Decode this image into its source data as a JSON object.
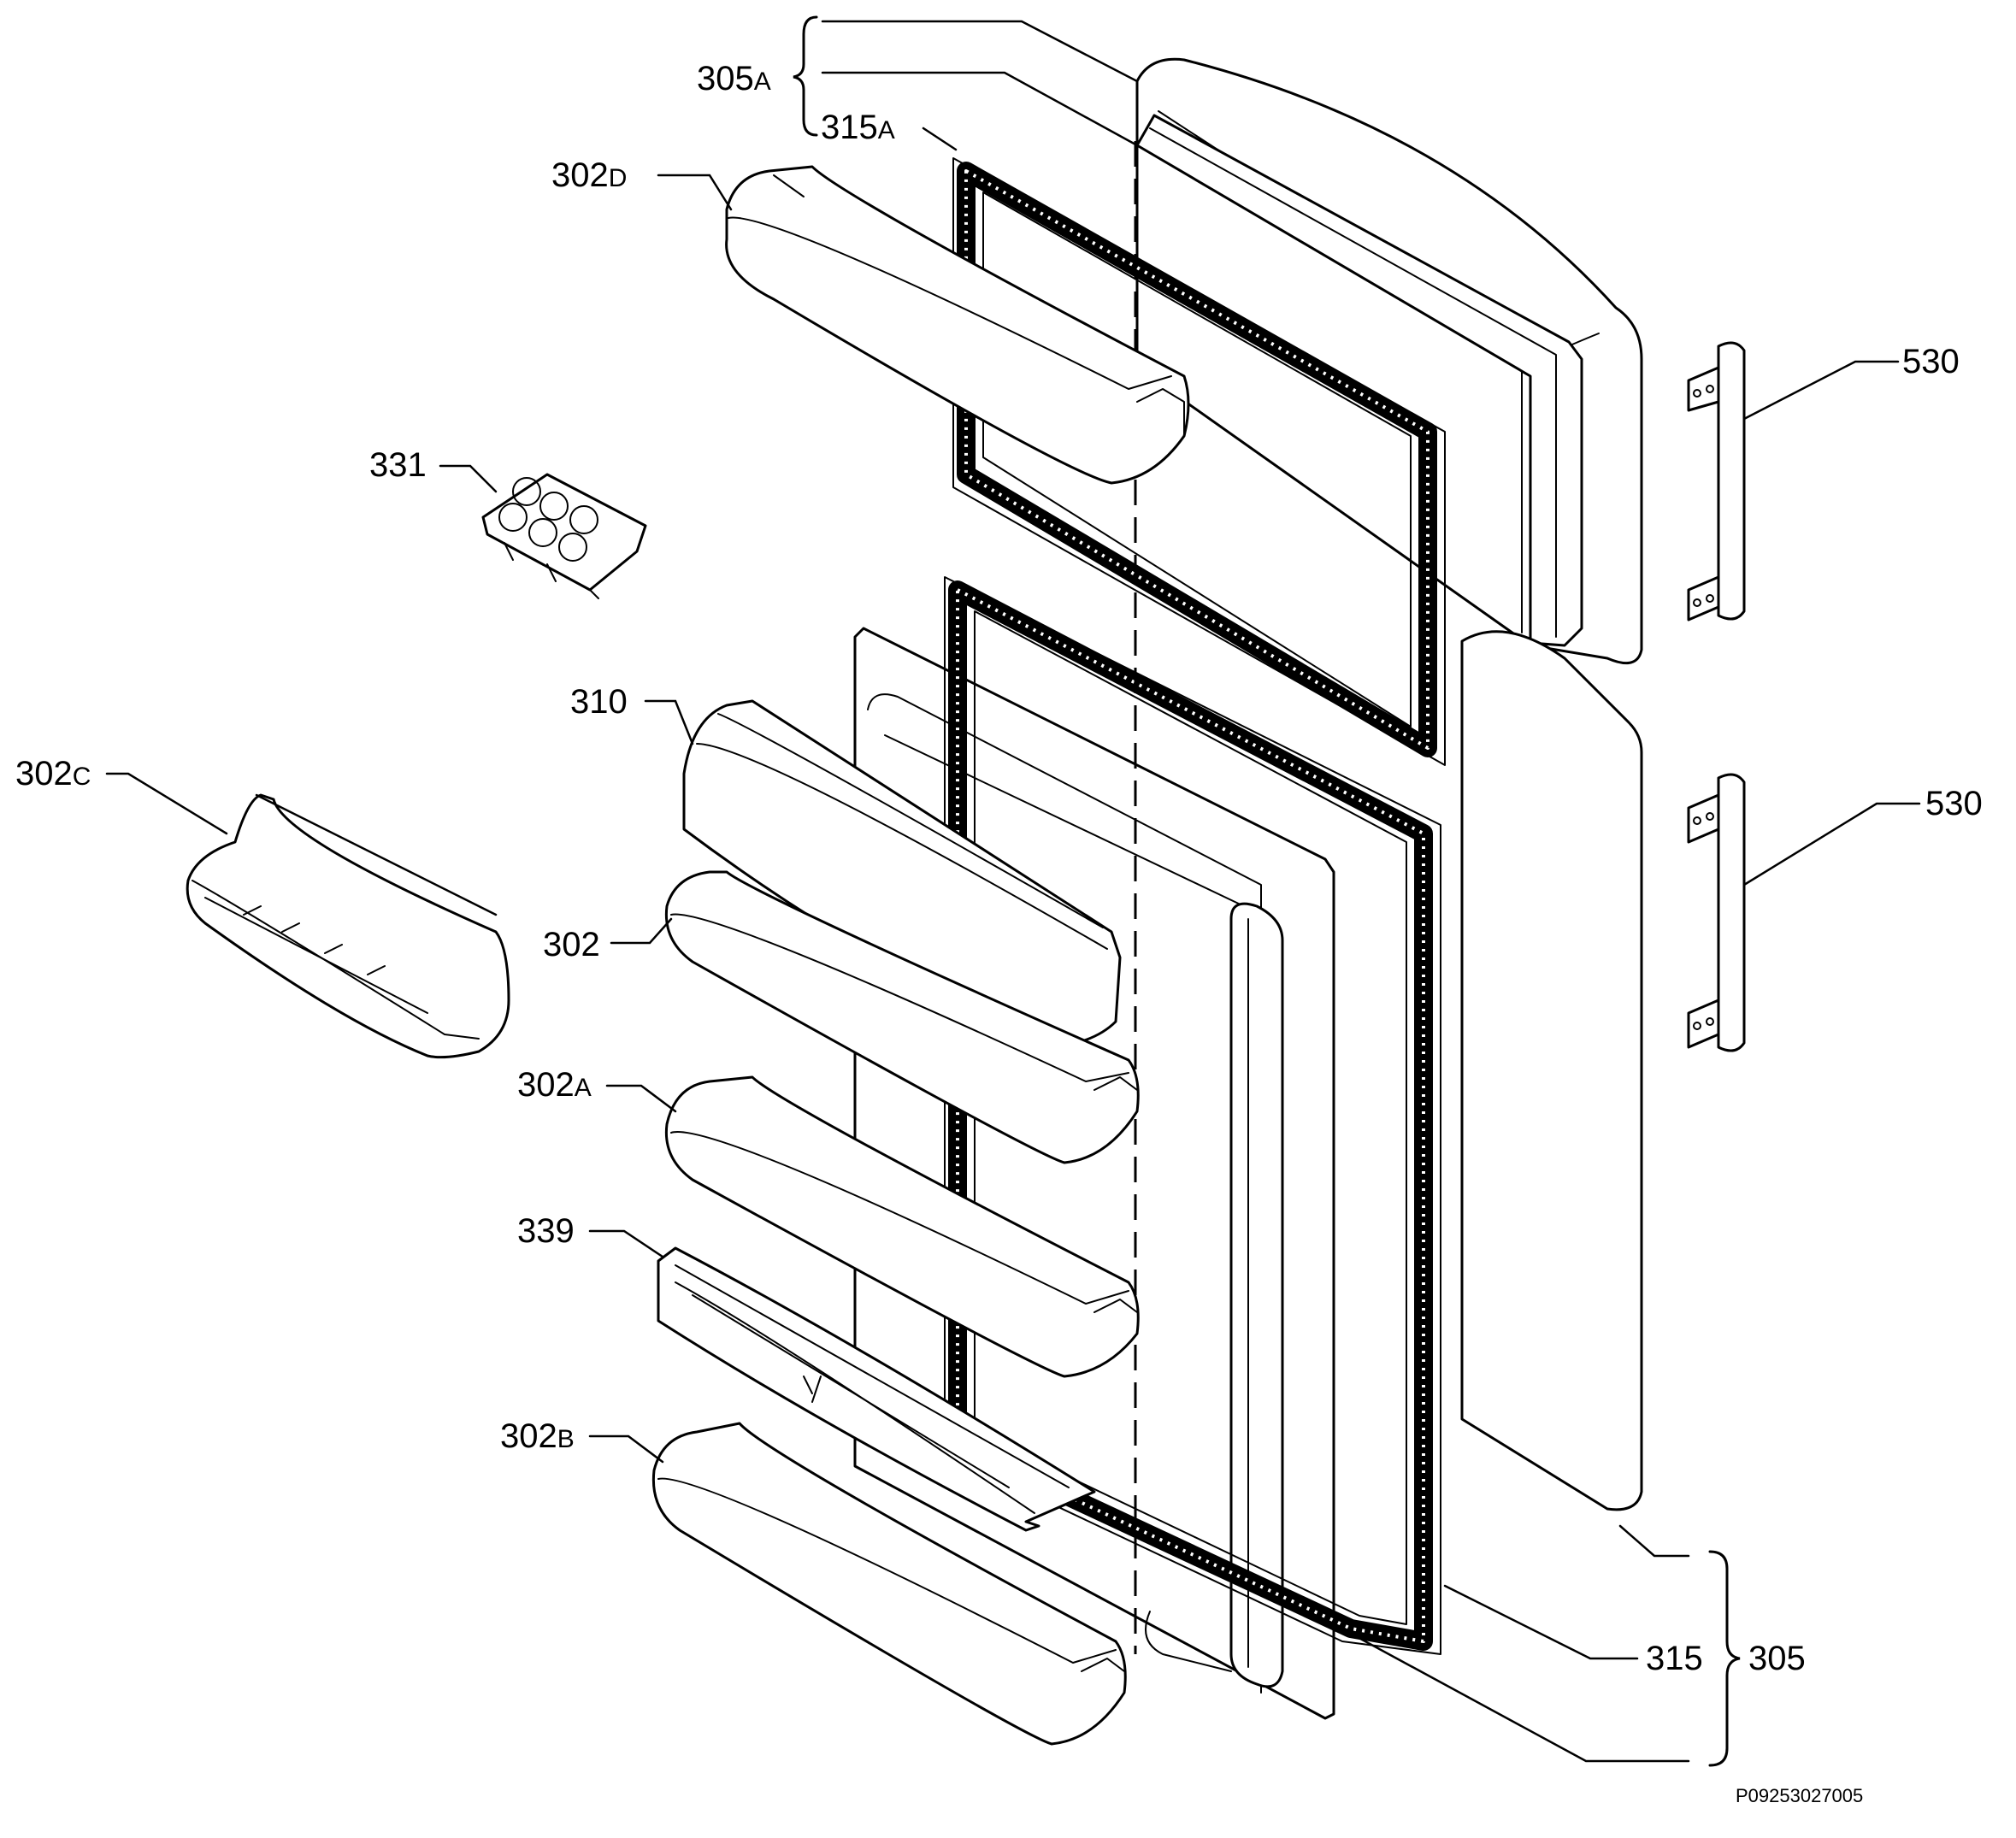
{
  "callouts": {
    "c305a": {
      "num": "305",
      "suffix": "A"
    },
    "c315a": {
      "num": "315",
      "suffix": "A"
    },
    "c302d": {
      "num": "302",
      "suffix": "D"
    },
    "c331": {
      "num": "331",
      "suffix": ""
    },
    "c310": {
      "num": "310",
      "suffix": ""
    },
    "c302c": {
      "num": "302",
      "suffix": "C"
    },
    "c302": {
      "num": "302",
      "suffix": ""
    },
    "c302a": {
      "num": "302",
      "suffix": "A"
    },
    "c339": {
      "num": "339",
      "suffix": ""
    },
    "c302b": {
      "num": "302",
      "suffix": "B"
    },
    "c530_top": {
      "num": "530",
      "suffix": ""
    },
    "c530_bottom": {
      "num": "530",
      "suffix": ""
    },
    "c315": {
      "num": "315",
      "suffix": ""
    },
    "c305": {
      "num": "305",
      "suffix": ""
    }
  },
  "reference_code": "P09253027005"
}
